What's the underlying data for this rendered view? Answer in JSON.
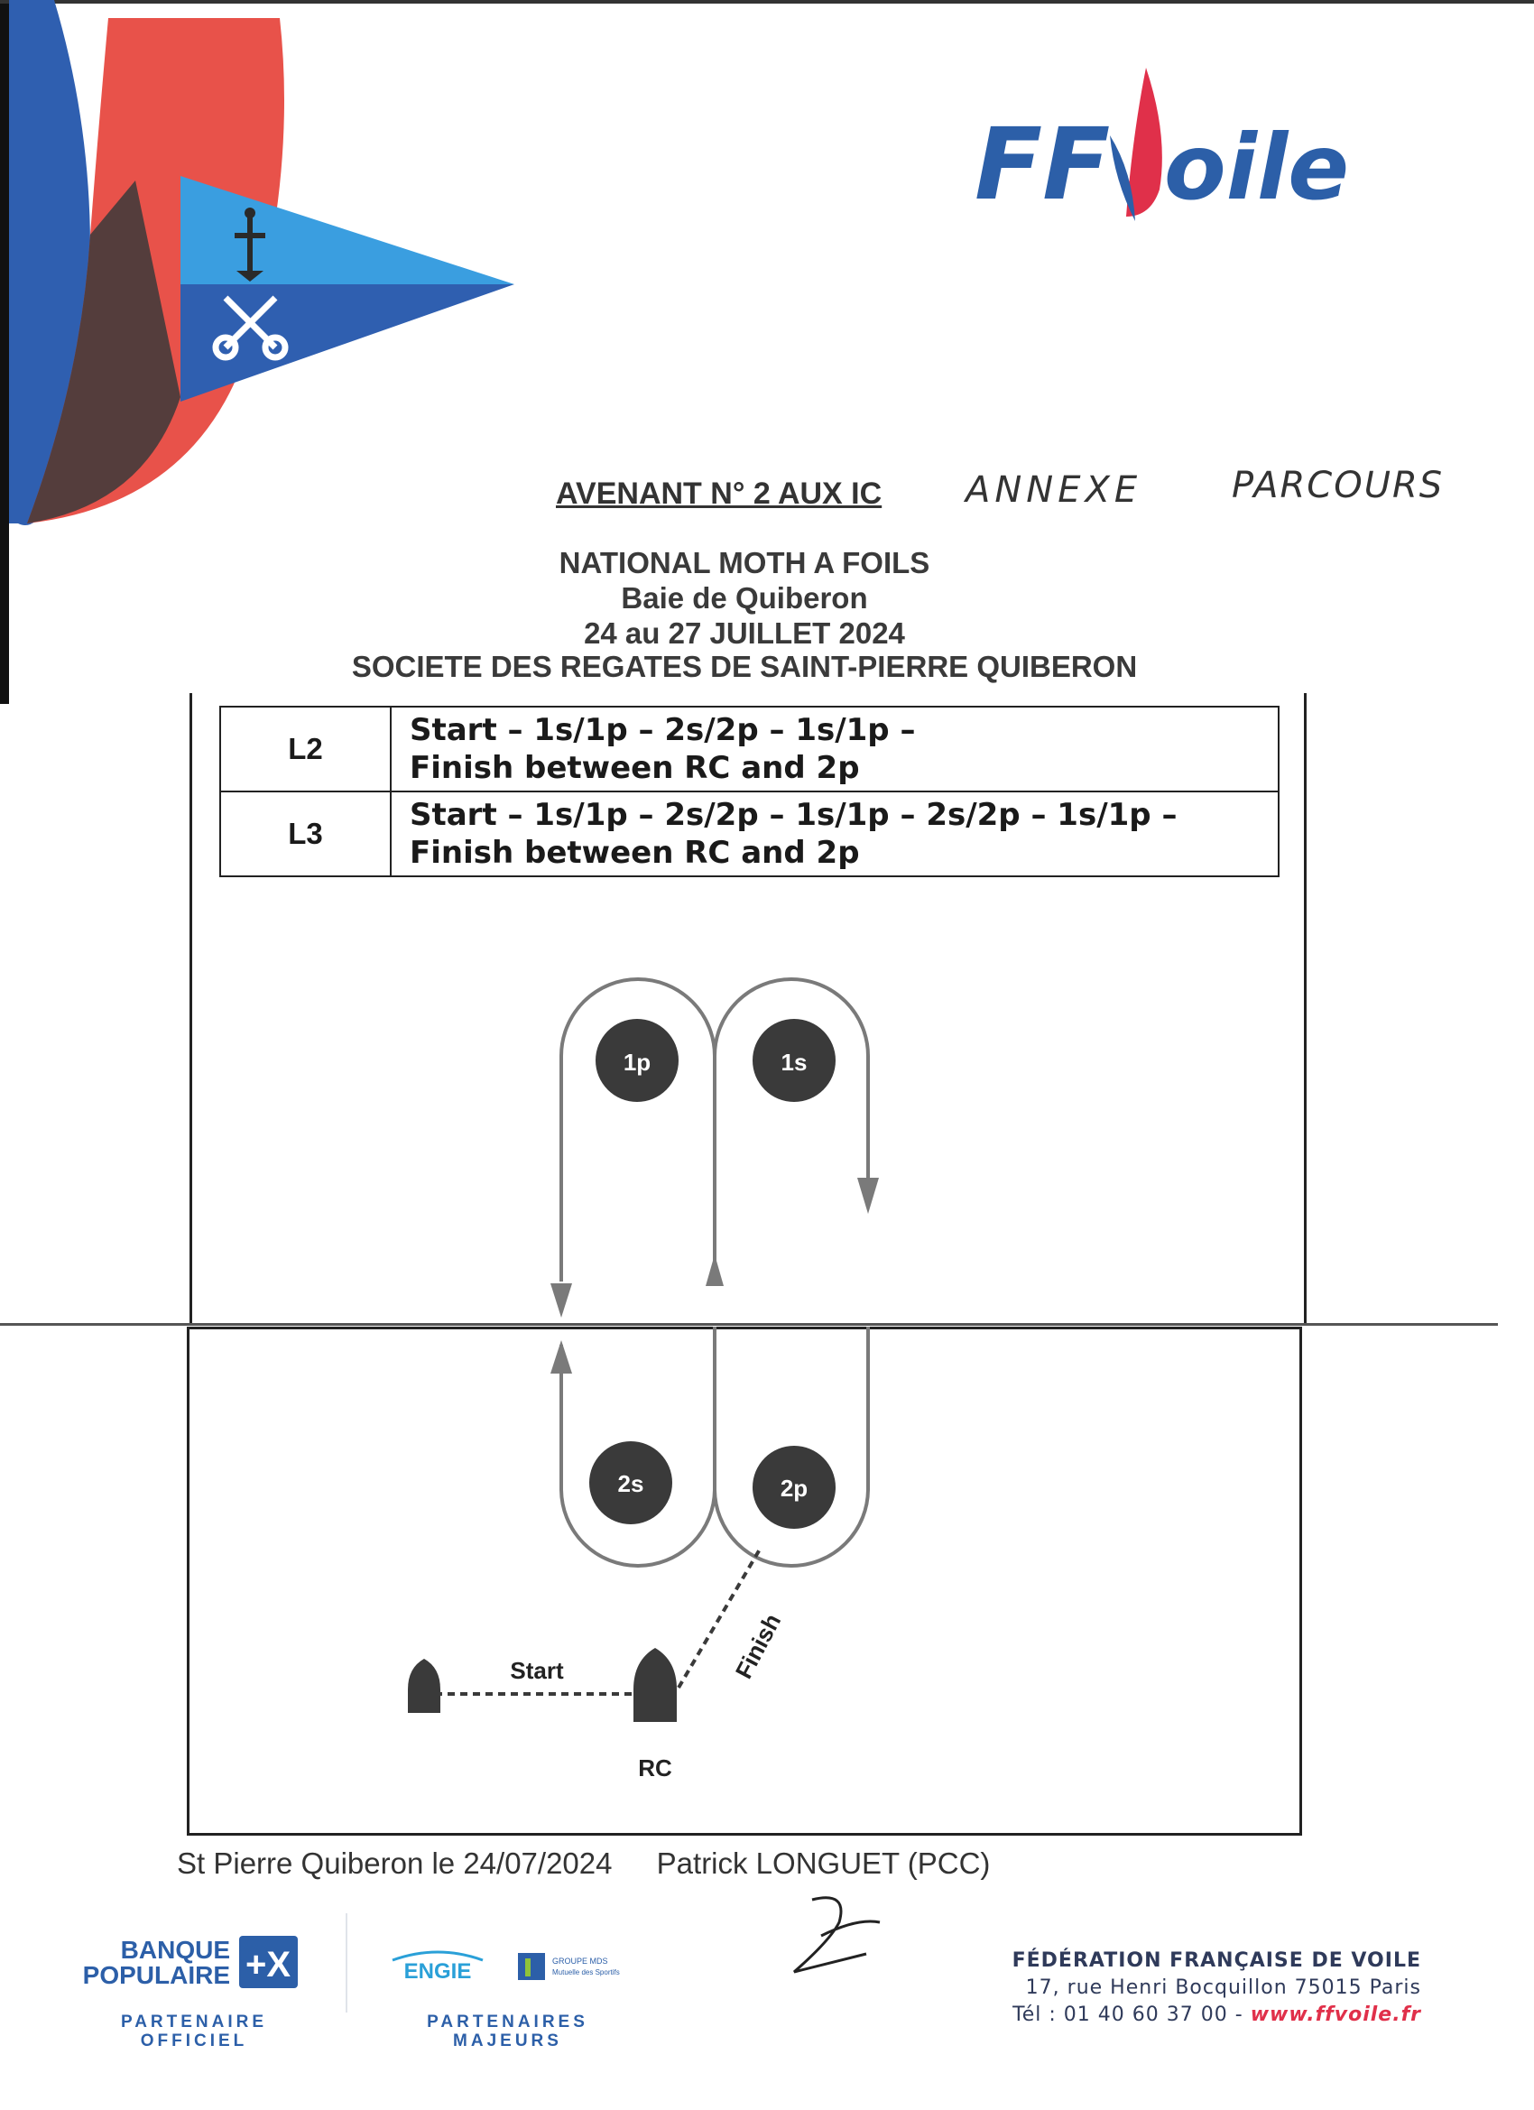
{
  "header": {
    "logo_text_ff": "FF",
    "logo_text_voile": "oile",
    "amendment_title": "AVENANT N° 2 AUX IC",
    "handwritten_annexe": "ANNEXE",
    "handwritten_parcours": "PARCOURS",
    "event_name": "NATIONAL MOTH A FOILS",
    "venue": "Baie de Quiberon",
    "dates": "24 au 27 JUILLET 2024",
    "organizer": "SOCIETE DES REGATES DE SAINT-PIERRE QUIBERON"
  },
  "routes": [
    {
      "code": "L2",
      "line1": "Start – 1s/1p – 2s/2p – 1s/1p –",
      "line2": "Finish between RC and 2p"
    },
    {
      "code": "L3",
      "line1": "Start – 1s/1p – 2s/2p – 1s/1p – 2s/2p – 1s/1p –",
      "line2": "Finish between RC and 2p"
    }
  ],
  "diagram": {
    "mark_1p": "1p",
    "mark_1s": "1s",
    "mark_2s": "2s",
    "mark_2p": "2p",
    "start_label": "Start",
    "finish_label": "Finish",
    "rc_label": "RC",
    "mark_color": "#3a3a3a",
    "line_color": "#7a7a7a"
  },
  "footer": {
    "place_date": "St Pierre Quiberon le 24/07/2024",
    "signatory": "Patrick LONGUET (PCC)",
    "bp_line1": "BANQUE",
    "bp_line2": "POPULAIRE",
    "partner_official": "PARTENAIRE OFFICIEL",
    "engie": "ENGIE",
    "mds_line1": "GROUPE MDS",
    "mds_line2": "Mutuelle des Sportifs",
    "partners_major": "PARTENAIRES MAJEURS",
    "ffv_name": "FÉDÉRATION FRANÇAISE DE VOILE",
    "ffv_address": "17, rue Henri Bocquillon 75015 Paris",
    "ffv_tel": "Tél : 01 40 60 37 00 -",
    "ffv_web": "www.ffvoile.fr"
  },
  "colors": {
    "ffv_blue": "#2c5fa8",
    "ffv_red": "#e0304a",
    "pennant_light_blue": "#3a9ee0",
    "pennant_dark_blue": "#2f5fb0",
    "deco_red": "#e8524a"
  }
}
